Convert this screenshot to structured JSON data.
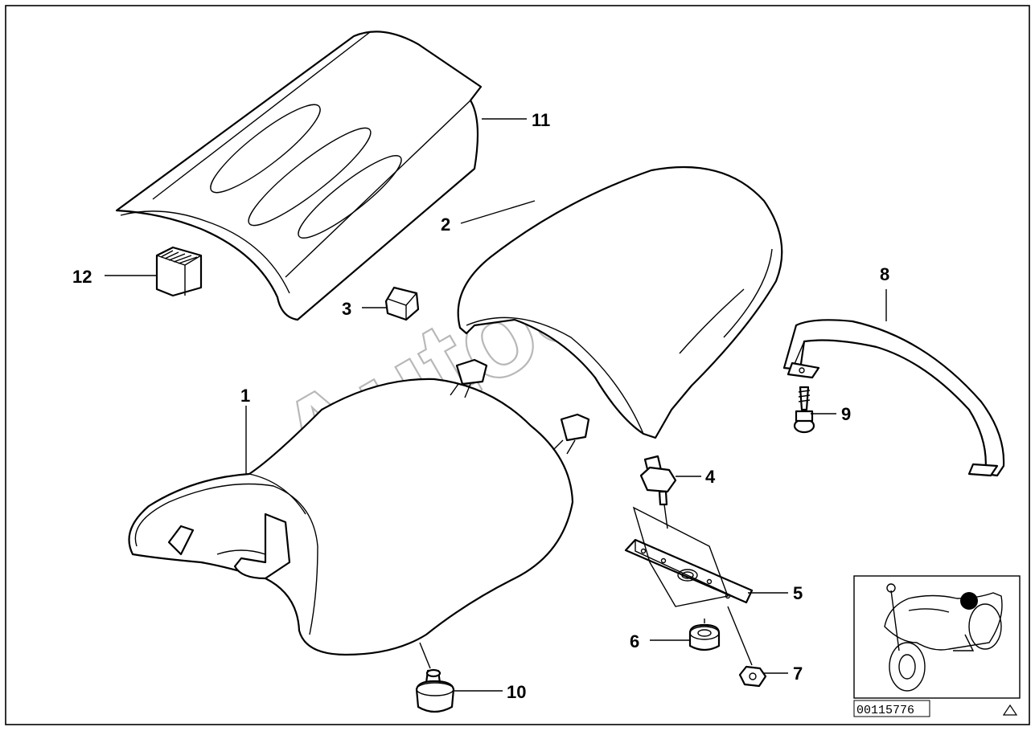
{
  "diagram": {
    "watermark": "AutoSoft",
    "reference_id": "00115776",
    "callouts": {
      "c1": "1",
      "c2": "2",
      "c3": "3",
      "c4": "4",
      "c5": "5",
      "c6": "6",
      "c7": "7",
      "c8": "8",
      "c9": "9",
      "c10": "10",
      "c11": "11",
      "c12": "12"
    }
  }
}
